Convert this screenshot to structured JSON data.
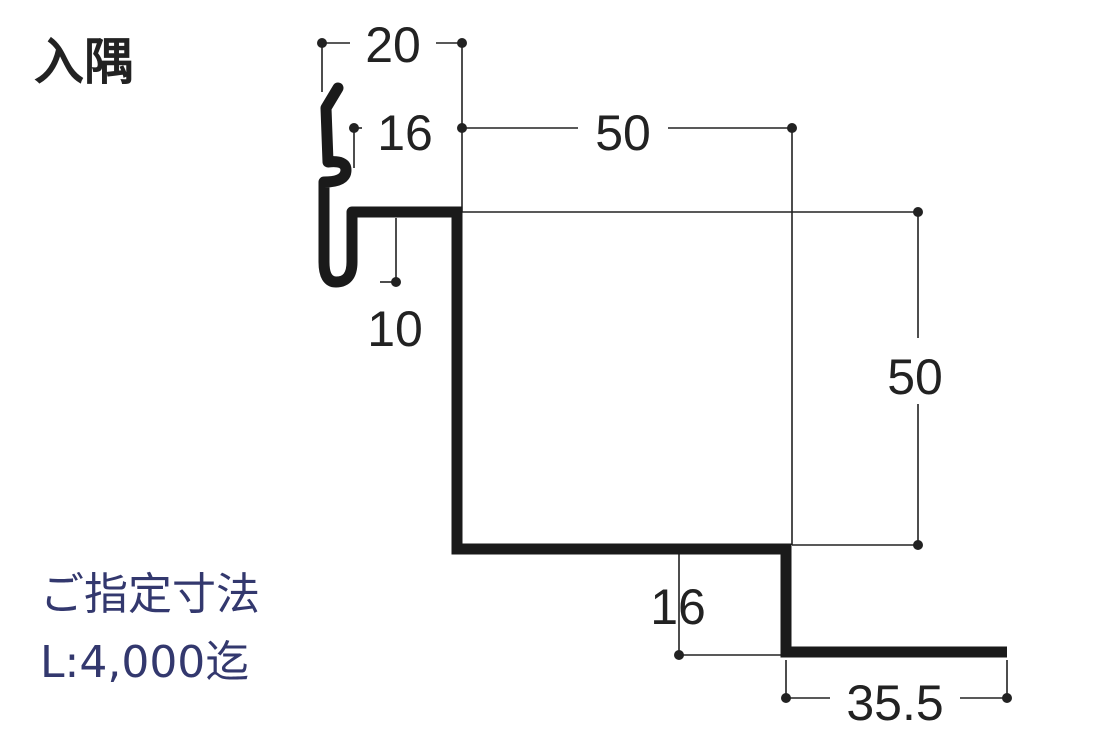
{
  "title": "入隅",
  "note": {
    "line1": "ご指定寸法",
    "line2": "L:4,000迄"
  },
  "dimensions": {
    "top_width": "20",
    "hook_width": "16",
    "upper_width": "50",
    "hook_depth": "10",
    "right_height": "50",
    "lower_step": "16",
    "bottom_flange": "35.5"
  },
  "colors": {
    "profile": "#1a1a1a",
    "dimension": "#222222",
    "note_text": "#33386e"
  }
}
